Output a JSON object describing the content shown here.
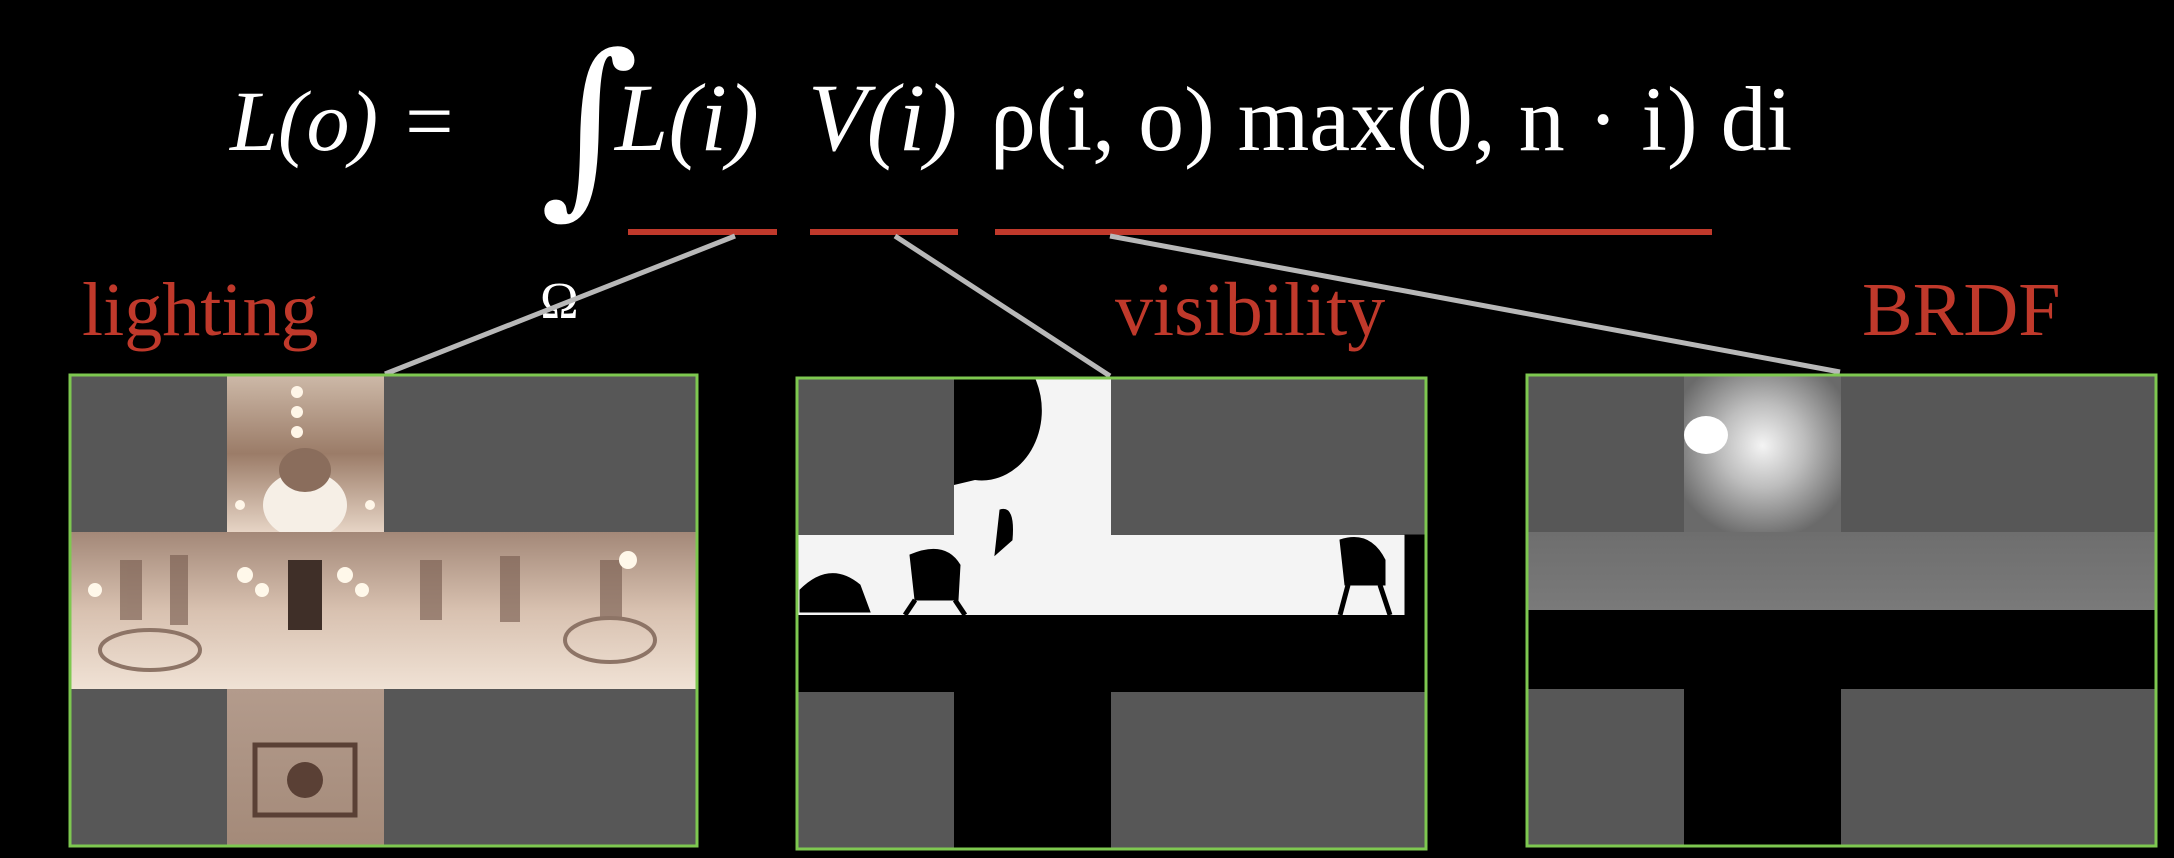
{
  "equation": {
    "lhs": "L(o) =",
    "integral_symbol": "∫",
    "domain": "Ω",
    "term_lighting": "L(i)",
    "term_visibility": "V(i)",
    "term_brdf": "ρ(i, o) max(0, n · i) di"
  },
  "labels": {
    "lighting": "lighting",
    "visibility": "visibility",
    "brdf": "BRDF"
  },
  "colors": {
    "background": "#000000",
    "equation_text": "#ffffff",
    "label_red": "#c0392b",
    "underline_red": "#c0392b",
    "connector_gray": "#b8b8b8",
    "panel_border_green": "#7ec850",
    "face_gray": "#575757"
  },
  "panels": [
    {
      "name": "lighting-cubemap",
      "content": "environment-map"
    },
    {
      "name": "visibility-cubemap",
      "content": "visibility-mask"
    },
    {
      "name": "brdf-cubemap",
      "content": "brdf-lobe"
    }
  ]
}
